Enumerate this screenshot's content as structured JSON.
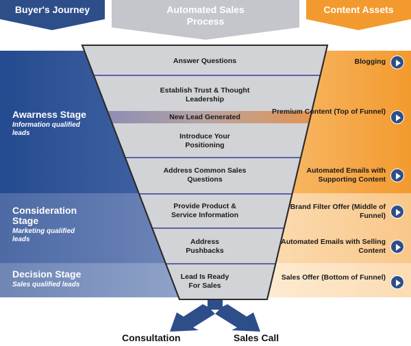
{
  "headers": {
    "buyers_journey": "Buyer's Journey",
    "automated_sales_process": "Automated Sales Process",
    "content_assets": "Content Assets"
  },
  "stages": [
    {
      "title": "Awarness Stage",
      "subtitle": "Information qualified leads"
    },
    {
      "title": "Consideration Stage",
      "subtitle": "Marketing qualified leads"
    },
    {
      "title": "Decision Stage",
      "subtitle": "Sales qualified leads"
    }
  ],
  "funnel_steps": [
    "Answer Questions",
    "Establish Trust & Thought Leadership",
    "Introduce Your Positioning",
    "Address Common Sales Questions",
    "Provide Product & Service Information",
    "Address Pushbacks",
    "Lead Is Ready For Sales"
  ],
  "lead_band": "New Lead Generated",
  "content_assets": [
    "Blogging",
    "Premium Content (Top of Funnel)",
    "Automated Emails with Supporting Content",
    "Brand Filter Offer (Middle of Funnel)",
    "Automated Emails with Selling Content",
    "Sales Offer (Bottom of Funnel)"
  ],
  "outcomes": {
    "left": "Consultation",
    "right": "Sales Call"
  },
  "colors": {
    "left_header": "#2e4e8a",
    "middle_header": "#c4c6cb",
    "right_header": "#f39a2e",
    "funnel_fill": "#d2d3d6",
    "play_button": "#2e4e8a"
  },
  "icons": {
    "asset_play": "play-circle-icon",
    "split_arrow": "split-arrow-icon"
  }
}
